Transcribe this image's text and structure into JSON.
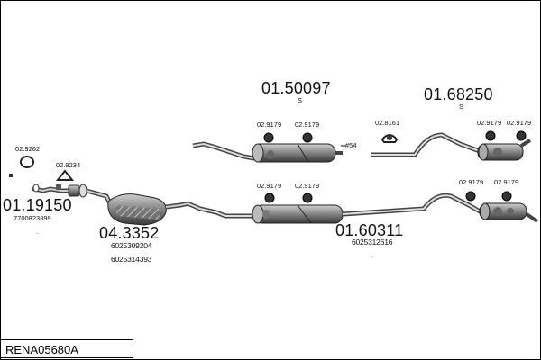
{
  "diagram": {
    "reference": "RENA05680A",
    "front_pipe": {
      "part_no": "01.19150",
      "oem": "7700823899",
      "gasket": "02.9262",
      "clamp": "02.9234",
      "dot": "."
    },
    "catalyst": {
      "part_no": "04.3352",
      "oem_1": "6025309204",
      "oem_2": "6025314393"
    },
    "middle_upper": {
      "part_no": "01.50097",
      "suffix": "S",
      "mount_1": "02.9179",
      "mount_2": "02.9179",
      "marker": "#54"
    },
    "rear_upper": {
      "part_no": "01.68250",
      "suffix": "S",
      "clamp": "02.8161",
      "mount_1": "02.9179",
      "mount_2": "02.9179"
    },
    "middle_lower": {
      "mount_1": "02.9179",
      "mount_2": "02.9179"
    },
    "rear_lower": {
      "part_no": "01.60311",
      "oem": "6025312616",
      "dot": ".",
      "mount_1": "02.9179",
      "mount_2": "02.9179"
    }
  }
}
